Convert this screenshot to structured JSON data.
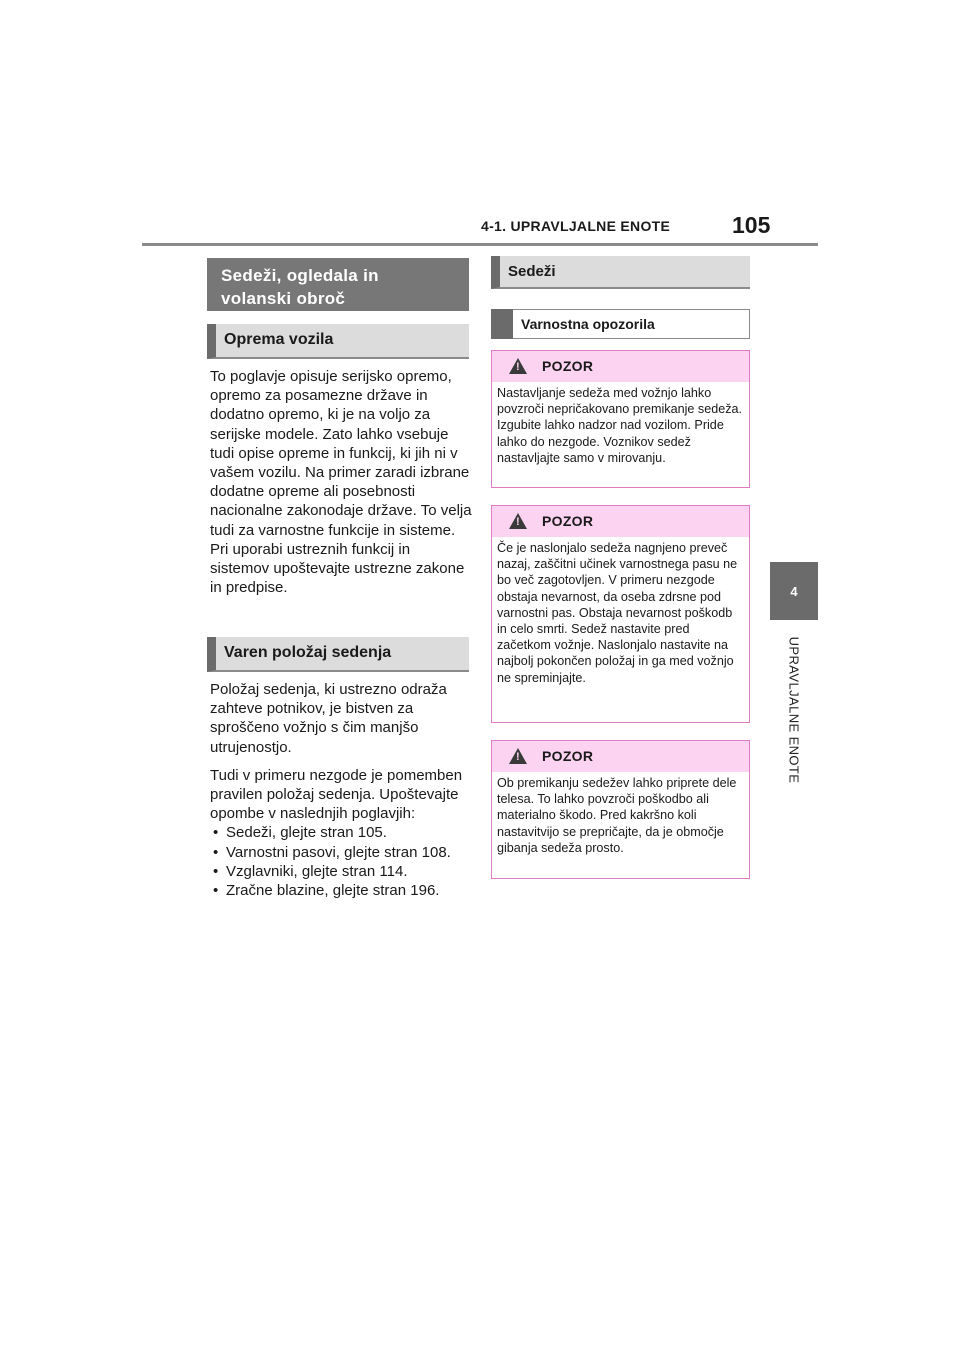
{
  "header": {
    "section": "4-1. UPRAVLJALNE ENOTE",
    "page_number": "105"
  },
  "side_tab": {
    "number": "4",
    "label": "UPRAVLJALNE ENOTE"
  },
  "left": {
    "main_heading_line1": "Sedeži, ogledala in",
    "main_heading_line2": "volanski obroč",
    "sub1": "Oprema vozila",
    "para1": "To poglavje opisuje serijsko opremo, opremo za posamezne države in dodatno opremo, ki je na voljo za serijske modele. Zato lahko vsebuje tudi opise opreme in funkcij, ki jih ni v vašem vozilu. Na primer zaradi izbrane dodatne opreme ali posebnosti nacionalne zakonodaje države. To velja tudi za varnostne funkcije in sisteme. Pri uporabi ustreznih funkcij in sistemov upoštevajte ustrezne zakone in predpise.",
    "sub2": "Varen položaj sedenja",
    "para2": "Položaj sedenja, ki ustrezno odraža zahteve potnikov, je bistven za sproščeno vožnjo s čim manjšo utrujenostjo.",
    "para3": "Tudi v primeru nezgode je pomemben pravilen položaj sedenja. Upoštevajte opombe v naslednjih poglavjih:",
    "bullets": [
      "Sedeži, glejte stran 105.",
      "Varnostni pasovi, glejte stran 108.",
      "Vzglavniki, glejte stran 114.",
      "Zračne blazine, glejte stran 196."
    ]
  },
  "right": {
    "heading": "Sedeži",
    "box_heading": "Varnostna opozorila",
    "warnings": [
      {
        "title": "POZOR",
        "text": "Nastavljanje sedeža med vožnjo lahko povzroči nepričakovano premikanje sedeža. Izgubite lahko nadzor nad vozilom. Pride lahko do nezgode. Voznikov sedež nastavljajte samo v mirovanju."
      },
      {
        "title": "POZOR",
        "text": "Če je naslonjalo sedeža nagnjeno preveč nazaj, zaščitni učinek varnostnega pasu ne bo več zagotovljen. V primeru nezgode obstaja nevarnost, da oseba zdrsne pod varnostni pas. Obstaja nevarnost poškodb in celo smrti. Sedež nastavite pred začetkom vožnje. Naslonjalo nastavite na najbolj pokončen položaj in ga med vožnjo ne spreminjajte."
      },
      {
        "title": "POZOR",
        "text": "Ob premikanju sedežev lahko priprete dele telesa. To lahko povzroči poškodbo ali materialno škodo. Pred kakršno koli nastavitvijo se prepričajte, da je območje gibanja sedeža prosto."
      }
    ]
  }
}
